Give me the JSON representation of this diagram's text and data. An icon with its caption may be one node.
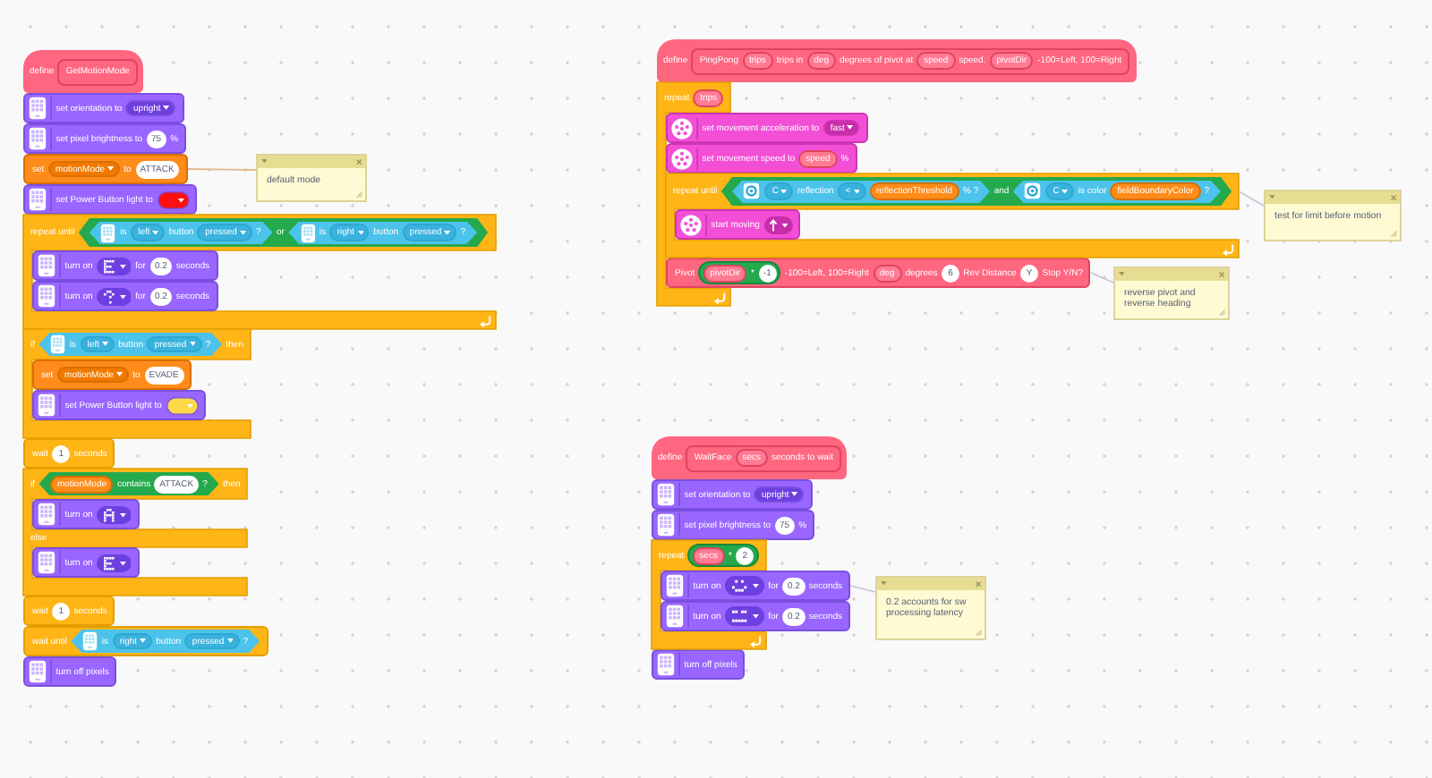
{
  "diagram": {
    "nodes": [
      {
        "text": [
          "define"
        ]
      },
      {
        "text": [
          "GetMotionMode"
        ],
        "in": 0
      },
      {
        "text": [
          "set orientation to"
        ]
      },
      {
        "text": [
          "upright"
        ],
        "in": 2
      },
      {
        "text": [
          "set pixel brightness to",
          "%"
        ]
      },
      {
        "text": [
          "75"
        ],
        "in": 4
      },
      {
        "text": [
          "set",
          "to"
        ]
      },
      {
        "text": [
          "motionMode"
        ],
        "in": 6
      },
      {
        "text": [
          "ATTACK"
        ],
        "in": 6
      },
      {
        "text": [
          "default mode"
        ]
      },
      {
        "text": [
          "set Power Button light to"
        ]
      },
      {
        "text": [
          "repeat until"
        ]
      },
      {
        "text": [
          "or"
        ],
        "in": 11
      },
      {
        "text": [
          "is",
          "button",
          "?"
        ],
        "in": 12
      },
      {
        "text": [
          "left"
        ],
        "in": 13
      },
      {
        "text": [
          "pressed"
        ],
        "in": 13
      },
      {
        "text": [
          "is",
          "button",
          "?"
        ],
        "in": 12
      },
      {
        "text": [
          "right"
        ],
        "in": 16
      },
      {
        "text": [
          "pressed"
        ],
        "in": 16
      },
      {
        "text": [
          "turn on",
          "for",
          "seconds"
        ],
        "in": 11
      },
      {
        "text": [
          "0.2"
        ],
        "in": 19
      },
      {
        "text": [
          "turn on",
          "for",
          "seconds"
        ],
        "in": 11
      },
      {
        "text": [
          "0.2"
        ],
        "in": 21
      },
      {
        "text": [
          "if",
          "then"
        ]
      },
      {
        "text": [
          "is",
          "button",
          "?"
        ],
        "in": 23
      },
      {
        "text": [
          "left"
        ],
        "in": 24
      },
      {
        "text": [
          "pressed"
        ],
        "in": 24
      },
      {
        "text": [
          "set",
          "to"
        ],
        "in": 23
      },
      {
        "text": [
          "motionMode"
        ],
        "in": 27
      },
      {
        "text": [
          "EVADE"
        ],
        "in": 27
      },
      {
        "text": [
          "set Power Button light to"
        ],
        "in": 23
      },
      {
        "text": [
          "wait",
          "seconds"
        ]
      },
      {
        "text": [
          "1"
        ],
        "in": 31
      },
      {
        "text": [
          "if",
          "then",
          "else"
        ]
      },
      {
        "text": [
          "contains",
          "?"
        ],
        "in": 33
      },
      {
        "text": [
          "motionMode"
        ],
        "in": 34
      },
      {
        "text": [
          "ATTACK"
        ],
        "in": 34
      },
      {
        "text": [
          "turn on"
        ],
        "in": 33
      },
      {
        "text": [
          "turn on"
        ],
        "in": 33
      },
      {
        "text": [
          "wait",
          "seconds"
        ]
      },
      {
        "text": [
          "1"
        ],
        "in": 39
      },
      {
        "text": [
          "wait until"
        ]
      },
      {
        "text": [
          "is",
          "button",
          "?"
        ],
        "in": 41
      },
      {
        "text": [
          "right"
        ],
        "in": 42
      },
      {
        "text": [
          "pressed"
        ],
        "in": 42
      },
      {
        "text": [
          "turn off pixels"
        ]
      },
      {
        "text": [
          "define"
        ]
      },
      {
        "text": [
          "PingPong",
          "trips in",
          "degrees of pivot at",
          "speed.",
          "-100=Left, 100=Right"
        ],
        "in": 46
      },
      {
        "text": [
          "trips"
        ],
        "in": 47
      },
      {
        "text": [
          "deg"
        ],
        "in": 47
      },
      {
        "text": [
          "speed"
        ],
        "in": 47
      },
      {
        "text": [
          "pivotDir"
        ],
        "in": 47
      },
      {
        "text": [
          "repeat"
        ]
      },
      {
        "text": [
          "trips"
        ],
        "in": 52
      },
      {
        "text": [
          "set movement acceleration to"
        ]
      },
      {
        "text": [
          "fast"
        ],
        "in": 54
      },
      {
        "text": [
          "set movement speed to",
          "%"
        ]
      },
      {
        "text": [
          "speed"
        ],
        "in": 56
      },
      {
        "text": [
          "repeat until"
        ]
      },
      {
        "text": [
          "and"
        ],
        "in": 58
      },
      {
        "text": [
          "reflection",
          "% ?"
        ],
        "in": 59
      },
      {
        "text": [
          "C"
        ],
        "in": 60
      },
      {
        "text": [
          "<"
        ],
        "in": 60
      },
      {
        "text": [
          "reflectionThreshold"
        ],
        "in": 60
      },
      {
        "text": [
          "is color",
          "?"
        ],
        "in": 59
      },
      {
        "text": [
          "C"
        ],
        "in": 64
      },
      {
        "text": [
          "fieldBoundaryColor"
        ],
        "in": 64
      },
      {
        "text": [
          "start moving"
        ],
        "in": 58
      },
      {
        "text": [
          "Pivot",
          "-100=Left, 100=Right",
          "degrees",
          "Rev Distance",
          "Stop Y/N?"
        ]
      },
      {
        "text": [
          "*"
        ],
        "in": 68
      },
      {
        "text": [
          "pivotDir"
        ],
        "in": 69
      },
      {
        "text": [
          "-1"
        ],
        "in": 69
      },
      {
        "text": [
          "deg"
        ],
        "in": 68
      },
      {
        "text": [
          "6"
        ],
        "in": 68
      },
      {
        "text": [
          "Y"
        ],
        "in": 68
      },
      {
        "text": [
          "test for limit before motion"
        ]
      },
      {
        "text": [
          "reverse pivot and reverse heading"
        ]
      },
      {
        "text": [
          "define"
        ]
      },
      {
        "text": [
          "WaitFace",
          "seconds to wait"
        ],
        "in": 77
      },
      {
        "text": [
          "secs"
        ],
        "in": 78
      },
      {
        "text": [
          "set orientation to"
        ]
      },
      {
        "text": [
          "upright"
        ],
        "in": 80
      },
      {
        "text": [
          "set pixel brightness to",
          "%"
        ]
      },
      {
        "text": [
          "75"
        ],
        "in": 82
      },
      {
        "text": [
          "repeat"
        ]
      },
      {
        "text": [
          "*"
        ],
        "in": 84
      },
      {
        "text": [
          "secs"
        ],
        "in": 85
      },
      {
        "text": [
          "2"
        ],
        "in": 85
      },
      {
        "text": [
          "turn on",
          "for",
          "seconds"
        ]
      },
      {
        "text": [
          "0.2"
        ],
        "in": 88
      },
      {
        "text": [
          "turn on",
          "for",
          "seconds"
        ]
      },
      {
        "text": [
          "0.2"
        ],
        "in": 90
      },
      {
        "text": [
          "turn off pixels"
        ]
      },
      {
        "text": [
          "0.2 accounts for sw processing latency"
        ]
      }
    ],
    "edges": [
      {
        "from": 6,
        "to": 9,
        "arrow": "none",
        "color": "#e3b98d"
      },
      {
        "from": 58,
        "to": 75,
        "arrow": "none"
      },
      {
        "from": 68,
        "to": 76,
        "arrow": "none"
      },
      {
        "from": 88,
        "to": 93,
        "arrow": "none"
      }
    ]
  }
}
